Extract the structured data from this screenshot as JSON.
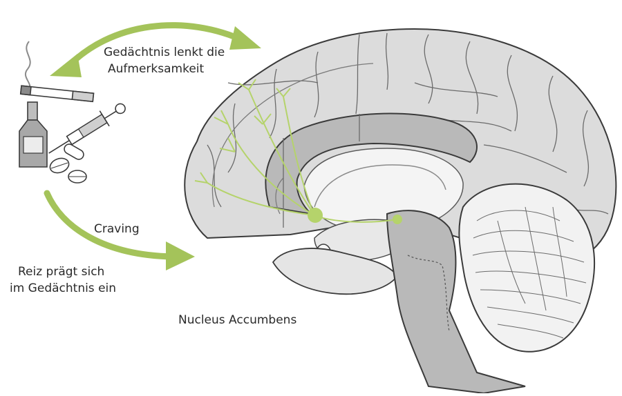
{
  "labels": {
    "memory_line1": "Gedächtnis lenkt die",
    "memory_line2": "Aufmerksamkeit",
    "craving": "Craving",
    "stimulus_line1": "Reiz prägt sich",
    "stimulus_line2": "im Gedächtnis ein",
    "nucleus": "Nucleus Accumbens"
  },
  "colors": {
    "arrow_green": "#a4c35a",
    "pathway_green": "#b5d36b",
    "brain_fill": "#dcdcdc",
    "brain_stroke": "#3a3a3a",
    "inner_light": "#f4f4f4",
    "inner_dark": "#b9b9b9",
    "text": "#2a2a2a"
  },
  "icons": [
    "cigarette-icon",
    "bottle-icon",
    "syringe-icon",
    "pills-icon",
    "smoke-icon"
  ]
}
